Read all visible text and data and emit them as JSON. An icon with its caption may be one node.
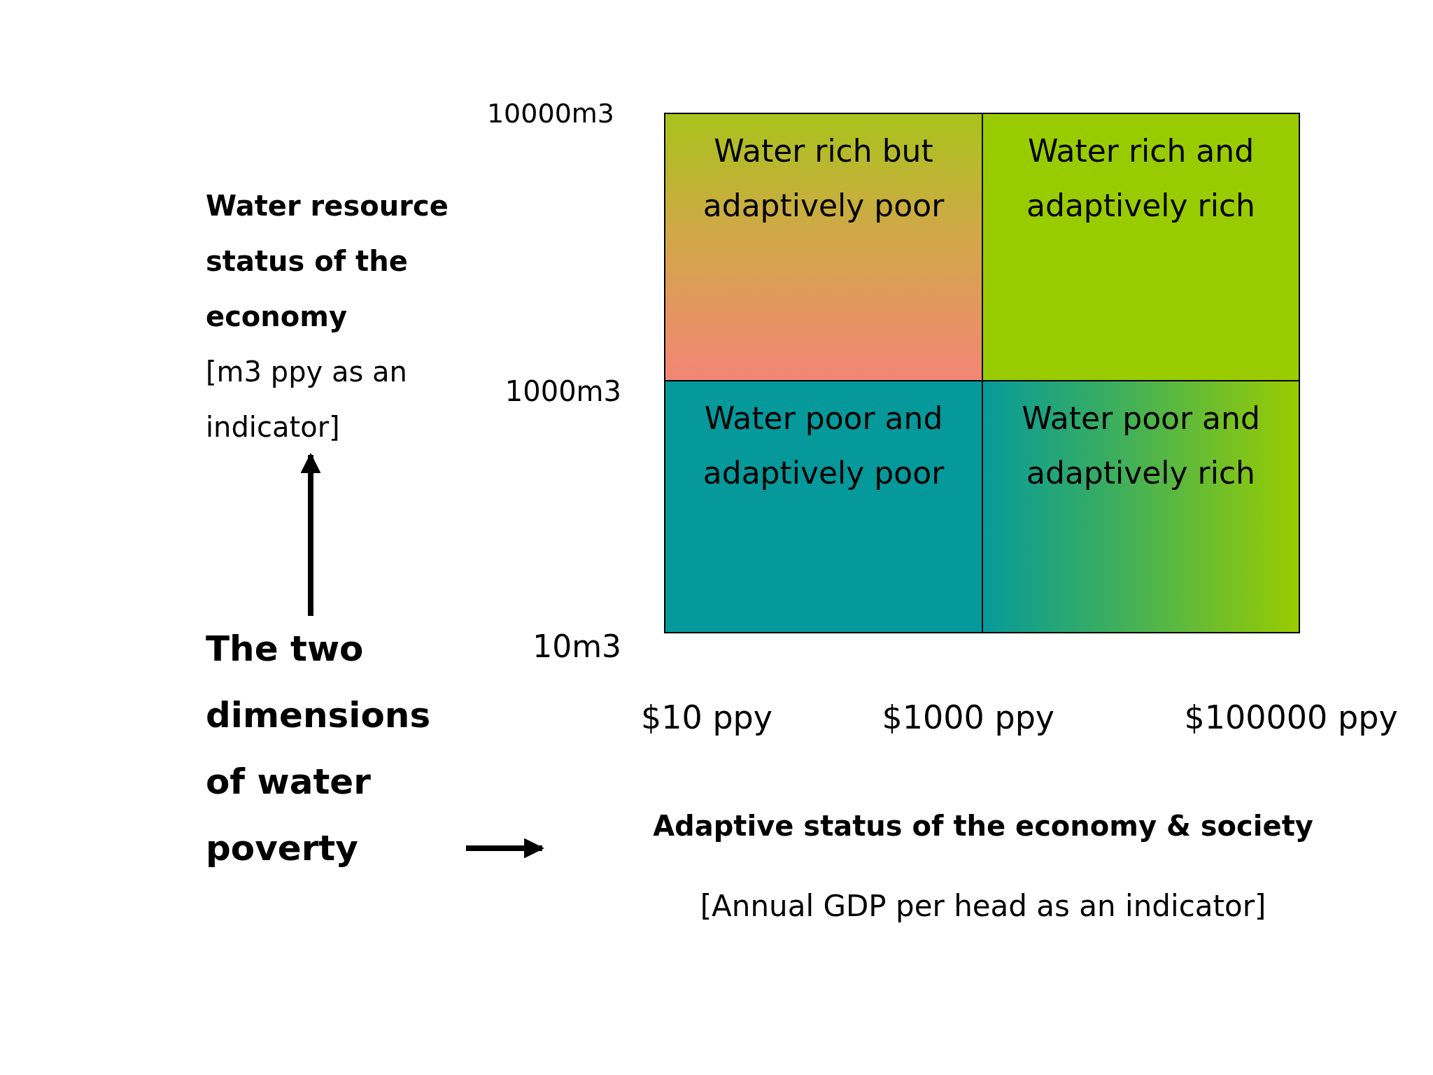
{
  "diagram": {
    "nodes": [
      {
        "text": [
          "Water resource status of the economy",
          "[m3 ppy as an indicator]"
        ]
      },
      {
        "text": [
          "The two dimensions of water poverty"
        ]
      },
      {
        "text": [
          "Adaptive status of the economy & society",
          "[Annual GDP per head as an indicator]"
        ]
      },
      {
        "text": [
          "Water rich but adaptively poor"
        ]
      },
      {
        "text": [
          "Water rich and adaptively rich"
        ]
      },
      {
        "text": [
          "Water poor and adaptively poor"
        ]
      },
      {
        "text": [
          "Water poor and adaptively rich"
        ]
      }
    ],
    "edges": [
      {
        "from": 1,
        "to": 0,
        "arrow": "to"
      },
      {
        "from": 1,
        "to": 2,
        "arrow": "to"
      }
    ],
    "labels": [
      "10000m3",
      "1000m3",
      "10m3",
      "$10 ppy",
      "$1000 ppy",
      "$100000 ppy"
    ]
  }
}
